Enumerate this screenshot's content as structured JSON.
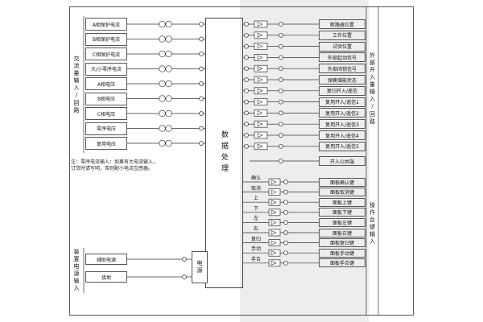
{
  "diagram": {
    "ac_group": {
      "label": "交流量输入/回路",
      "rows": [
        "A相保护电流",
        "B相保护电流",
        "C相保护电流",
        "大/小零序电流",
        "A相电压",
        "B相电压",
        "C相电压",
        "零序电压",
        "复用电压"
      ]
    },
    "processor_label": "数据处理",
    "ext_input_group": {
      "label": "外部开入量输入/回路",
      "rows": [
        "断路器位置",
        "工作位置",
        "试验位置",
        "外部起动信号",
        "外部闭锁信号",
        "弹簧储能状态",
        "复归开入/遥信",
        "复用开入/遥信1",
        "复用开入/遥信2",
        "复用开入/遥信3",
        "复用开入/遥信4",
        "复用开入/遥信5"
      ],
      "common": "开入公共端"
    },
    "key_group": {
      "label": "操作台键输入",
      "rows": [
        {
          "key": "确认",
          "label": "面板确认键"
        },
        {
          "key": "取消",
          "label": "面板取消键"
        },
        {
          "key": "上",
          "label": "面板上键"
        },
        {
          "key": "下",
          "label": "面板下键"
        },
        {
          "key": "左",
          "label": "面板左键"
        },
        {
          "key": "右",
          "label": "面板右键"
        },
        {
          "key": "复归",
          "label": "面板复归键"
        },
        {
          "key": "手动",
          "label": "面板手动键"
        },
        {
          "key": "手合",
          "label": "面板手合键"
        }
      ]
    },
    "power_group": {
      "label": "装置电源输入",
      "rows": [
        "辅助电源",
        "接地"
      ],
      "box": "电源"
    },
    "note": "注：零序电流输入：如果有大电流输入，订货时请写明，否则配小电流互感器。"
  }
}
